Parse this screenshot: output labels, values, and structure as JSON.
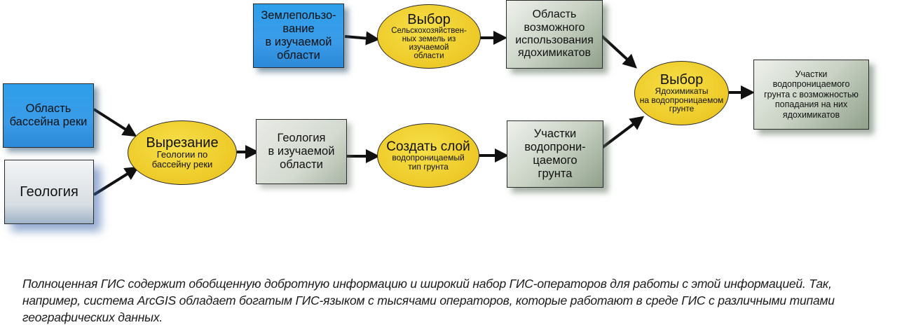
{
  "diagram": {
    "nodes": {
      "land_use": {
        "text": "Землепользо-\nвание\nв изучаемой\nобласти"
      },
      "select_agri": {
        "title": "Выбор",
        "subtitle": "Сельскохозяйствен-\nных земель из\nизучаемой\nобласти"
      },
      "possible_use_area": {
        "text": "Область\nвозможного\nиспользования\nядохимикатов"
      },
      "basin_area": {
        "text": "Область\nбассейна реки"
      },
      "geology_input": {
        "text": "Геология"
      },
      "clip": {
        "title": "Вырезание",
        "subtitle": "Геологии по\nбассейну реки"
      },
      "geology_study": {
        "text": "Геология\nв изучаемой\nобласти"
      },
      "create_layer": {
        "title": "Создать слой",
        "subtitle": "водопроницаемый\nтип грунта"
      },
      "permeable_plots": {
        "text": "Участки\nводопрони-\nцаемого\nгрунта"
      },
      "select_pesticides": {
        "title": "Выбор",
        "subtitle": "Ядохимикаты\nна водопроницаемом\nгрунте"
      },
      "result": {
        "text": "Участки\nводопроницаемого\nгрунта с возможностью\nпопадания на них\nядохимикатов"
      }
    },
    "colors": {
      "input_blue": "#3a9be8",
      "operator_yellow": "#edc927",
      "dataset_grey": "#c9d2c4",
      "arrow": "#111111"
    }
  },
  "caption": {
    "text": "Полноценная ГИС  содержит обобщенную добротную информацию и широкий набор ГИС-операторов для работы с этой информацией. Так, например, система ArcGIS  обладает богатым ГИС-языком с тысячами операторов, которые работают в среде ГИС с различными типами географических данных."
  }
}
